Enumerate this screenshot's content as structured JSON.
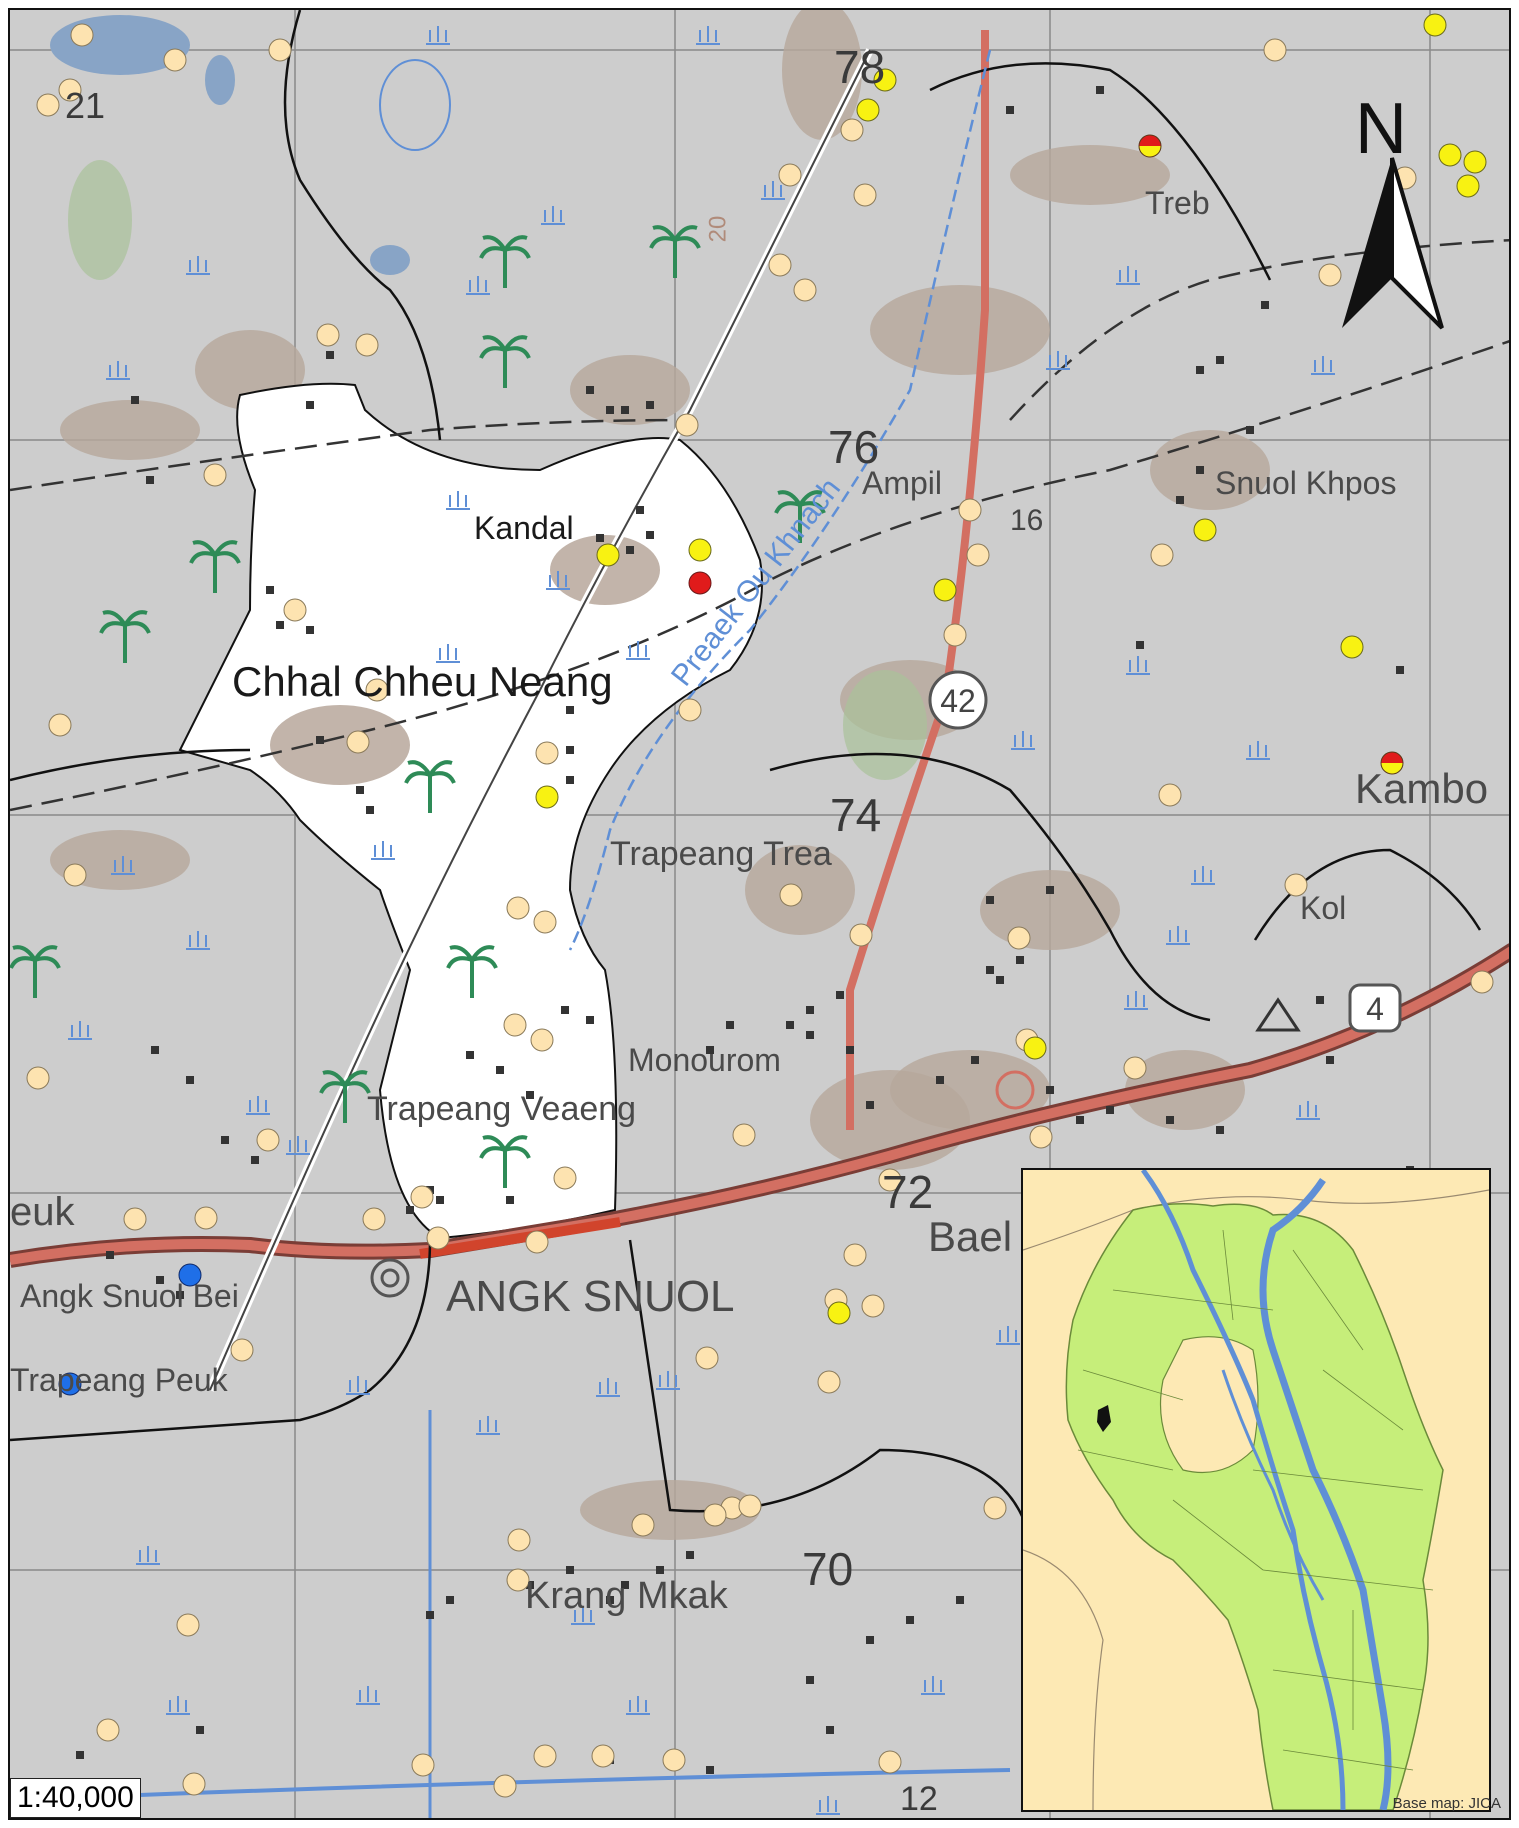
{
  "map": {
    "title": "",
    "scale": "1:40,000",
    "attribution": "Base map: JICA",
    "north_label": "N",
    "colors": {
      "background": "#cdcdcd",
      "highlight_area": "#ffffff",
      "settlement": "#b7a79b",
      "road_main": "#d36f62",
      "water": "#5f8fd6",
      "inset_background": "#fde9b4",
      "inset_land": "#c6ee7a",
      "point_beige": "#fde3b0",
      "point_yellow": "#f8f212",
      "point_red": "#e01b1b",
      "point_blue": "#1f6fe8"
    }
  },
  "places": {
    "chhal_chheu_neang": "Chhal Chheu Neang",
    "kandal": "Kandal",
    "ampil": "Ampil",
    "treb": "Treb",
    "snuol_khpos": "Snuol Khpos",
    "kambo": "Kambo",
    "trapeang_trea": "Trapeang Trea",
    "kol": "Kol",
    "monourom": "Monourom",
    "trapeang_veaeng": "Trapeang Veaeng",
    "peuk": "euk",
    "angk_snuol_bei": "Angk Snuol Bei",
    "angk_snuol": "ANGK SNUOL",
    "trapeang_peuk": "Trapeang Peuk",
    "krang_mkak": "Krang Mkak",
    "bael": "Bael",
    "river": "Preaek Ou Khnach",
    "stream_20": "20"
  },
  "grid_numbers": [
    "78",
    "76",
    "74",
    "72",
    "70",
    "21",
    "12"
  ],
  "road_labels": [
    "42",
    "4",
    "16"
  ],
  "icons": [
    "palm-icon",
    "marsh-icon",
    "pagoda-icon",
    "hospital-icon",
    "triangle-icon",
    "circle-target-icon"
  ]
}
